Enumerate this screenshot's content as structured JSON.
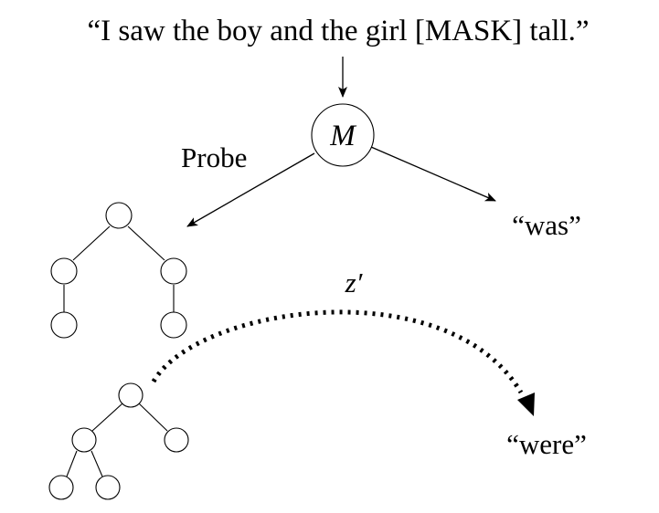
{
  "sentence": "“I saw the boy and the girl [MASK] tall.”",
  "model": {
    "label": "M"
  },
  "probe": {
    "label": "Probe"
  },
  "outputs": {
    "was": "“was”",
    "were": "“were”"
  },
  "counterfactual": {
    "label": "z′"
  },
  "colors": {
    "stroke": "#000000",
    "node_fill": "#ffffff",
    "background": "#ffffff"
  }
}
